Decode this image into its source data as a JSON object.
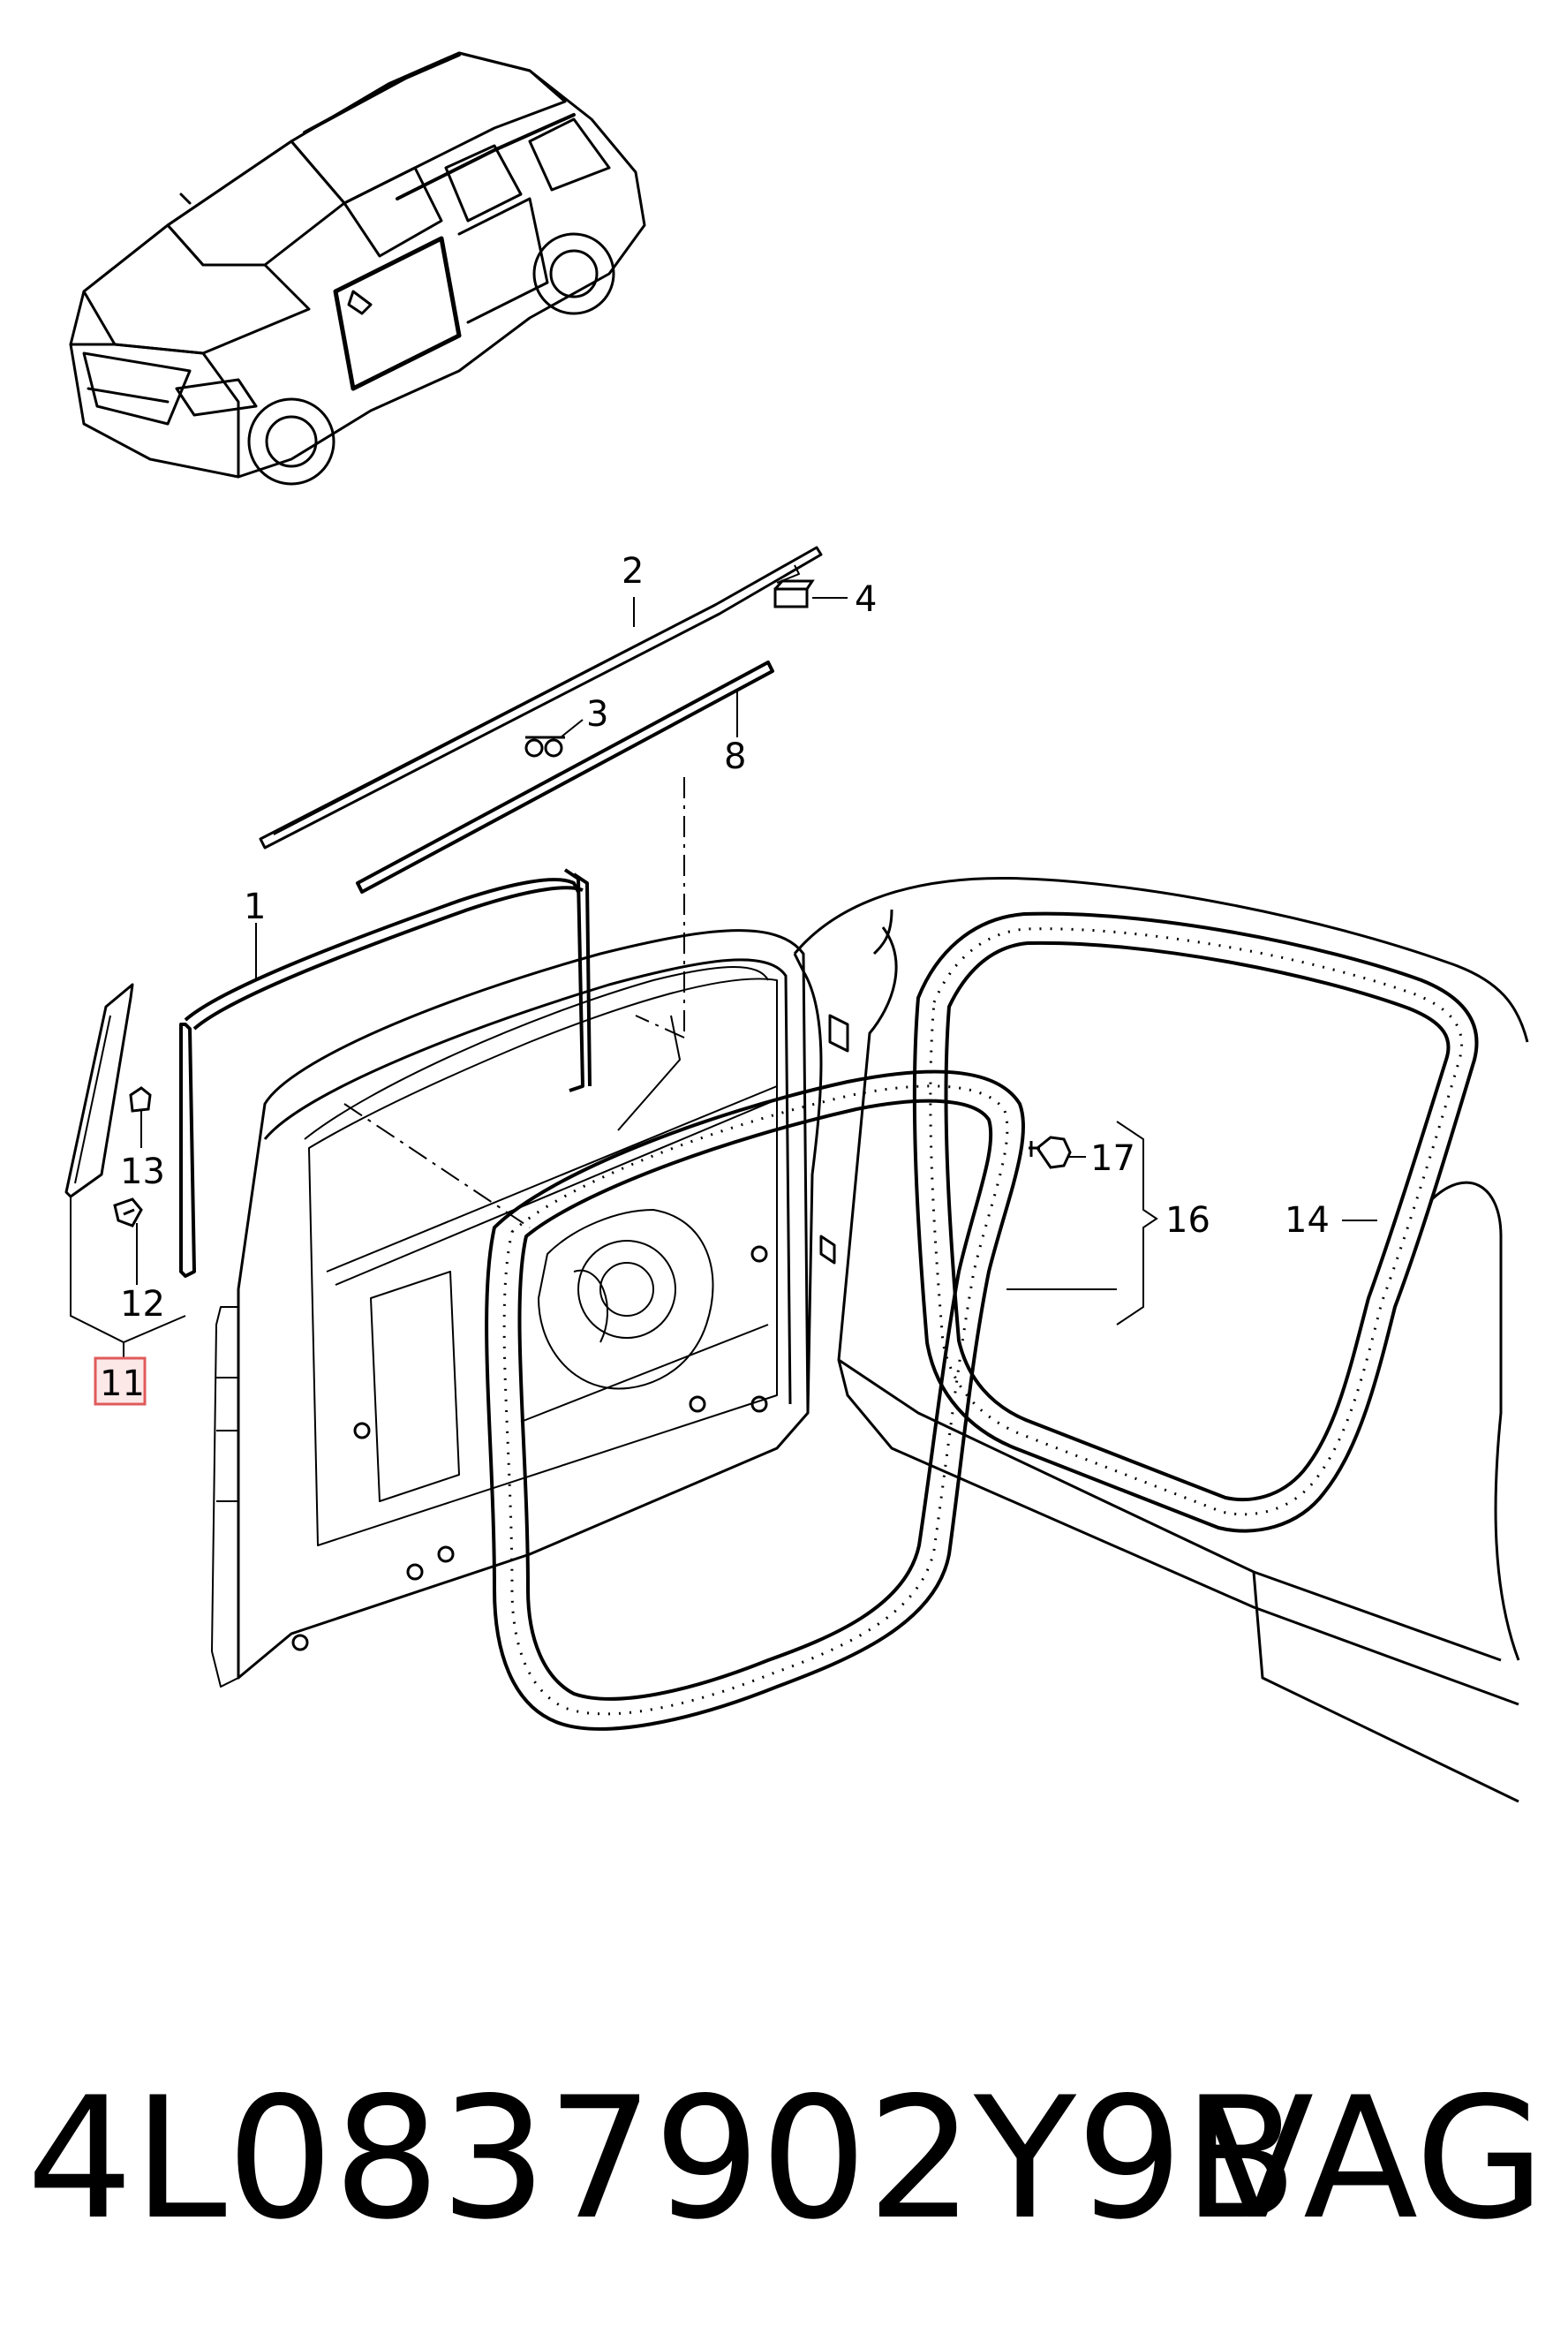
{
  "callouts": {
    "c1": "1",
    "c2": "2",
    "c3": "3",
    "c4": "4",
    "c8": "8",
    "c11": "11",
    "c12": "12",
    "c13": "13",
    "c14": "14",
    "c16": "16",
    "c17": "17"
  },
  "footer": {
    "part_number": "4L0837902Y9B",
    "brand": "VAG"
  },
  "colors": {
    "line": "#000000",
    "highlight_box": "#e05a5a",
    "highlight_fill": "#fde8e8"
  }
}
